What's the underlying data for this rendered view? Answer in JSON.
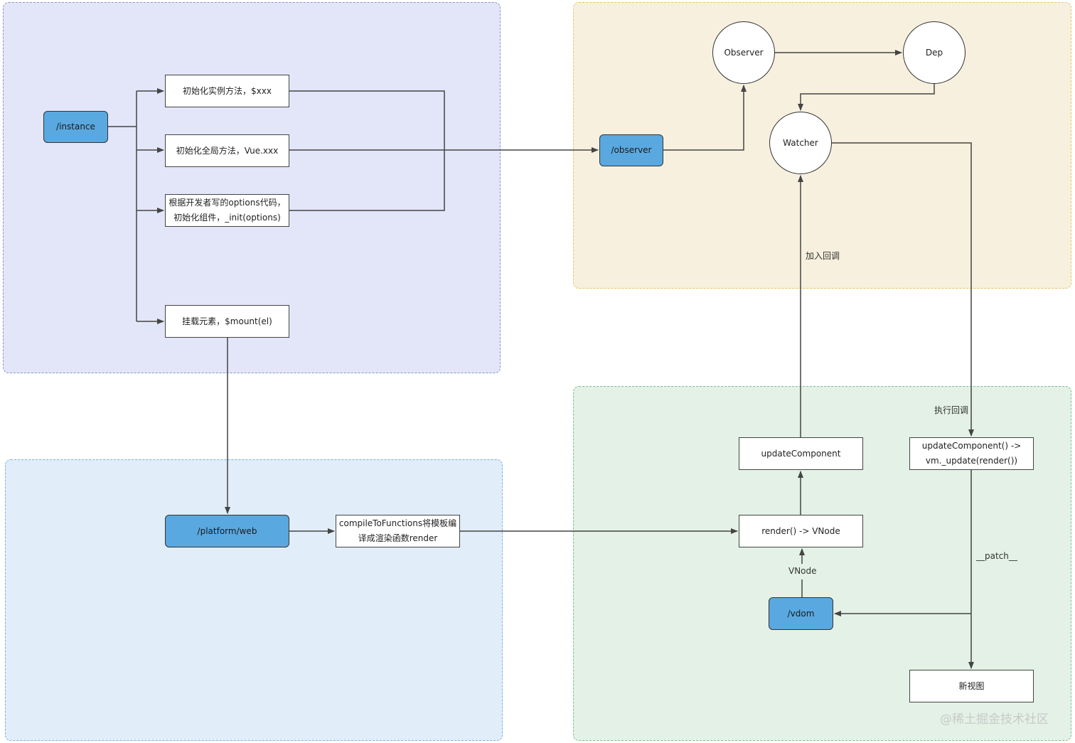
{
  "regions": {
    "instance": {
      "fill": "#e3e6f8",
      "border": "#8f94c8"
    },
    "observer": {
      "fill": "#f7f0de",
      "border": "#e5c66a"
    },
    "platform": {
      "fill": "#e1edf8",
      "border": "#7fb0de"
    },
    "vdom": {
      "fill": "#e3f1e6",
      "border": "#7fc08e"
    }
  },
  "nodes": {
    "instance_module": "/instance",
    "init_instance_methods": "初始化实例方法，$xxx",
    "init_global_methods": "初始化全局方法，Vue.xxx",
    "init_component": "根据开发者写的options代码，\n初始化组件，_init(options)",
    "mount_element": "挂载元素，$mount(el)",
    "platform_module": "/platform/web",
    "compile_to_functions": "compileToFunctions将模板编\n译成渲染函数render",
    "observer_module": "/observer",
    "observer": "Observer",
    "dep": "Dep",
    "watcher": "Watcher",
    "update_component": "updateComponent",
    "update_component_call": "updateComponent() ->\nvm._update(render())",
    "render_vnode": "render() -> VNode",
    "vdom_module": "/vdom",
    "new_view": "新视图"
  },
  "edge_labels": {
    "add_callback": "加入回调",
    "run_callback": "执行回调",
    "patch": "__patch__",
    "vnode": "VNode"
  },
  "watermark": "@稀土掘金技术社区",
  "colors": {
    "module_fill": "#5aa8e0",
    "line": "#444444"
  }
}
